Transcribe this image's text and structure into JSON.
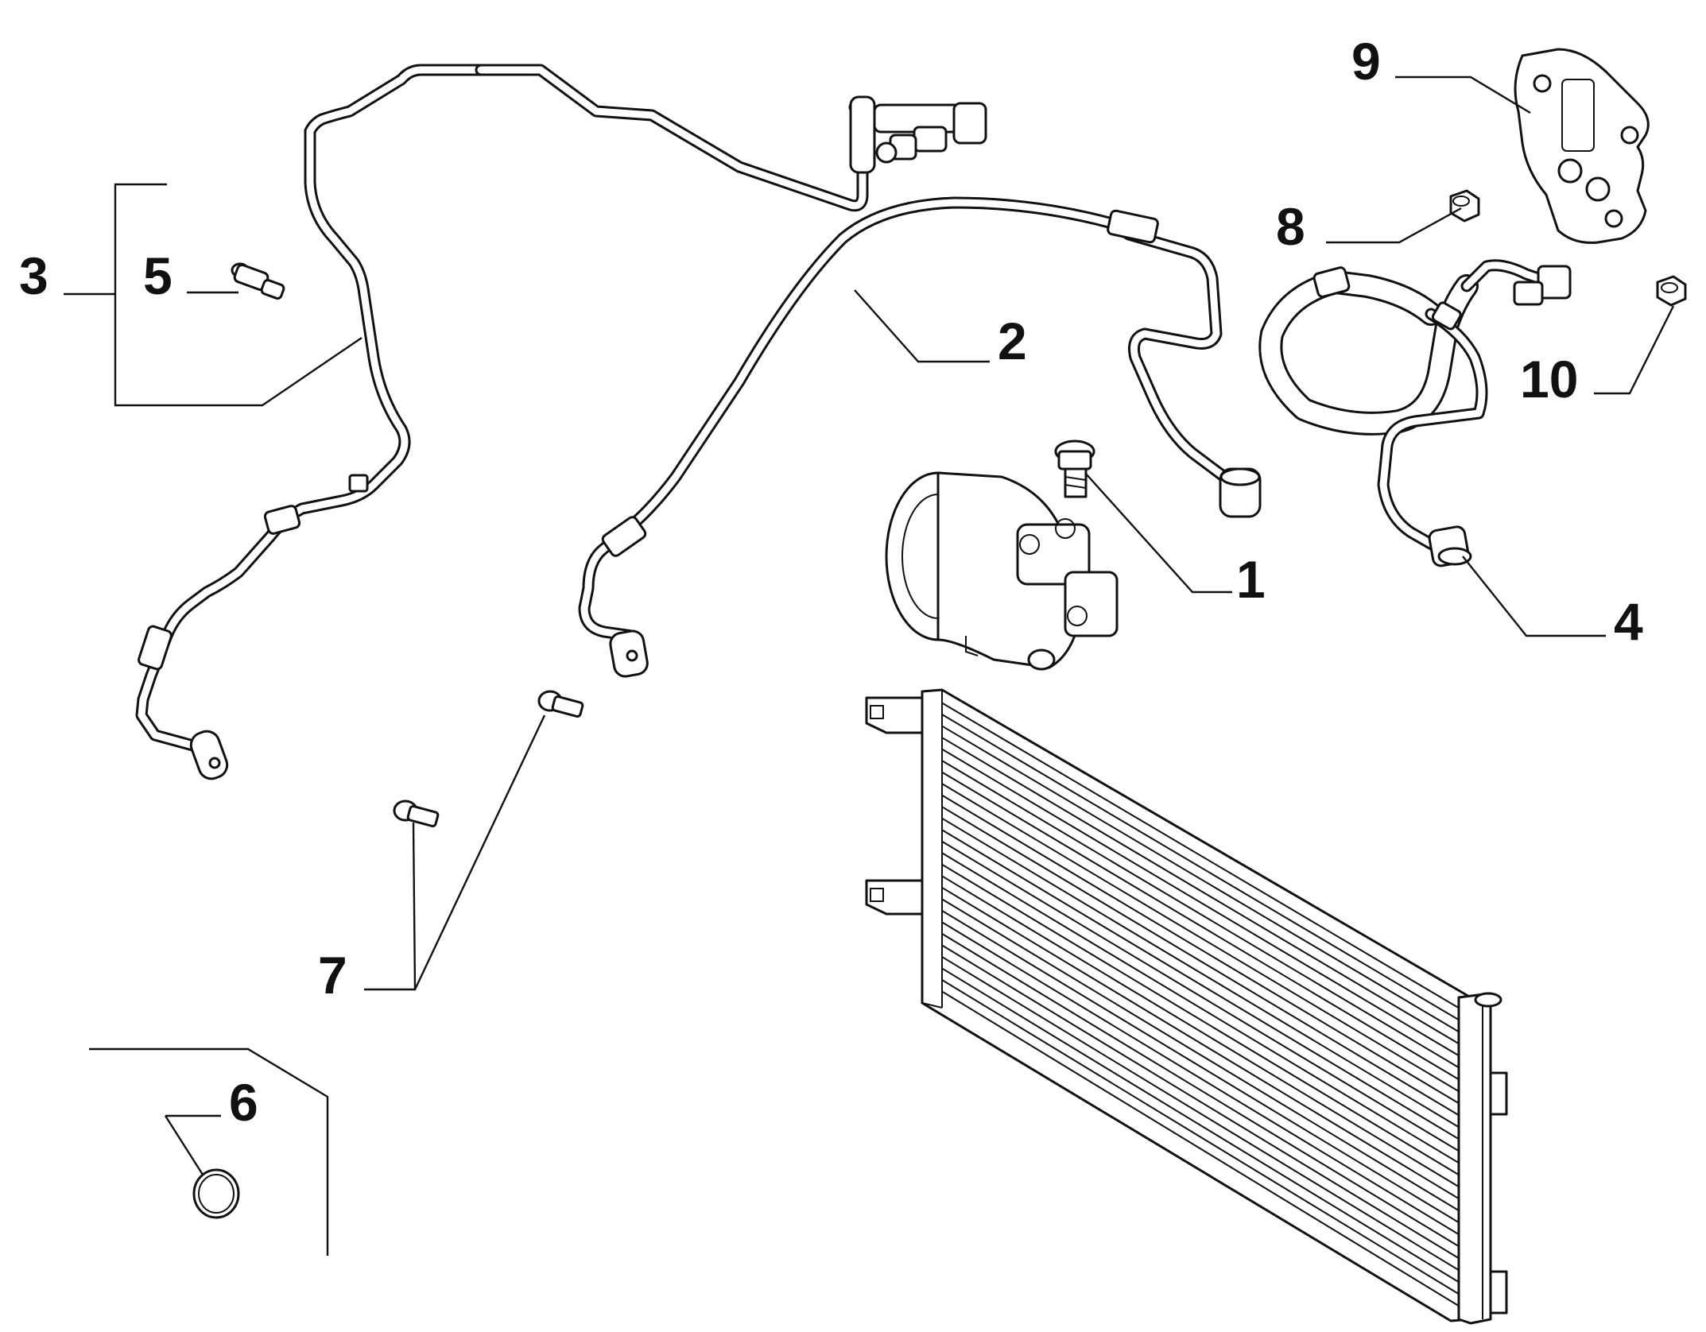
{
  "callouts": {
    "n1": "1",
    "n2": "2",
    "n3": "3",
    "n4": "4",
    "n5": "5",
    "n6": "6",
    "n7": "7",
    "n8": "8",
    "n9": "9",
    "n10": "10"
  },
  "style": {
    "line_color": "#111111",
    "background": "#ffffff"
  }
}
